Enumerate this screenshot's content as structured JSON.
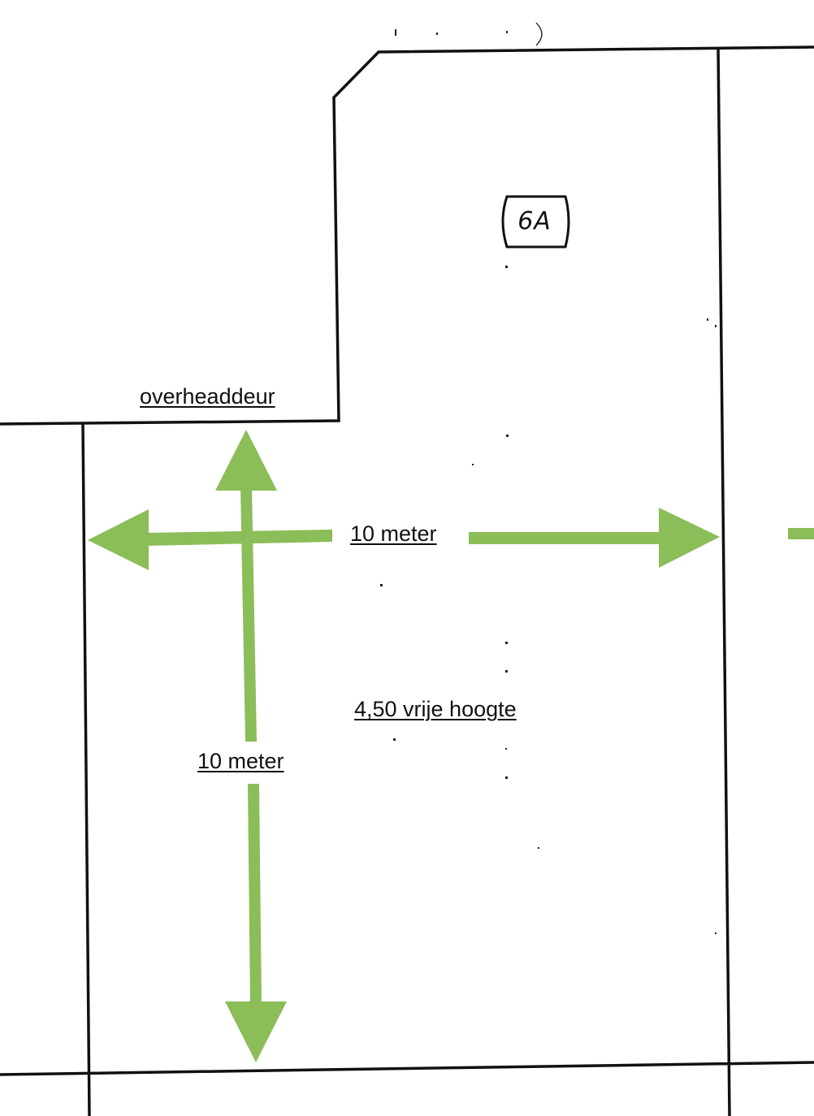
{
  "unit": {
    "label": "6A"
  },
  "labels": {
    "overhead_door": "overheaddeur",
    "width": "10 meter",
    "clear_height": "4,50 vrije hoogte",
    "depth": "10 meter"
  },
  "colors": {
    "line": "#111111",
    "arrow": "#8bbd58",
    "background": "#ffffff"
  }
}
